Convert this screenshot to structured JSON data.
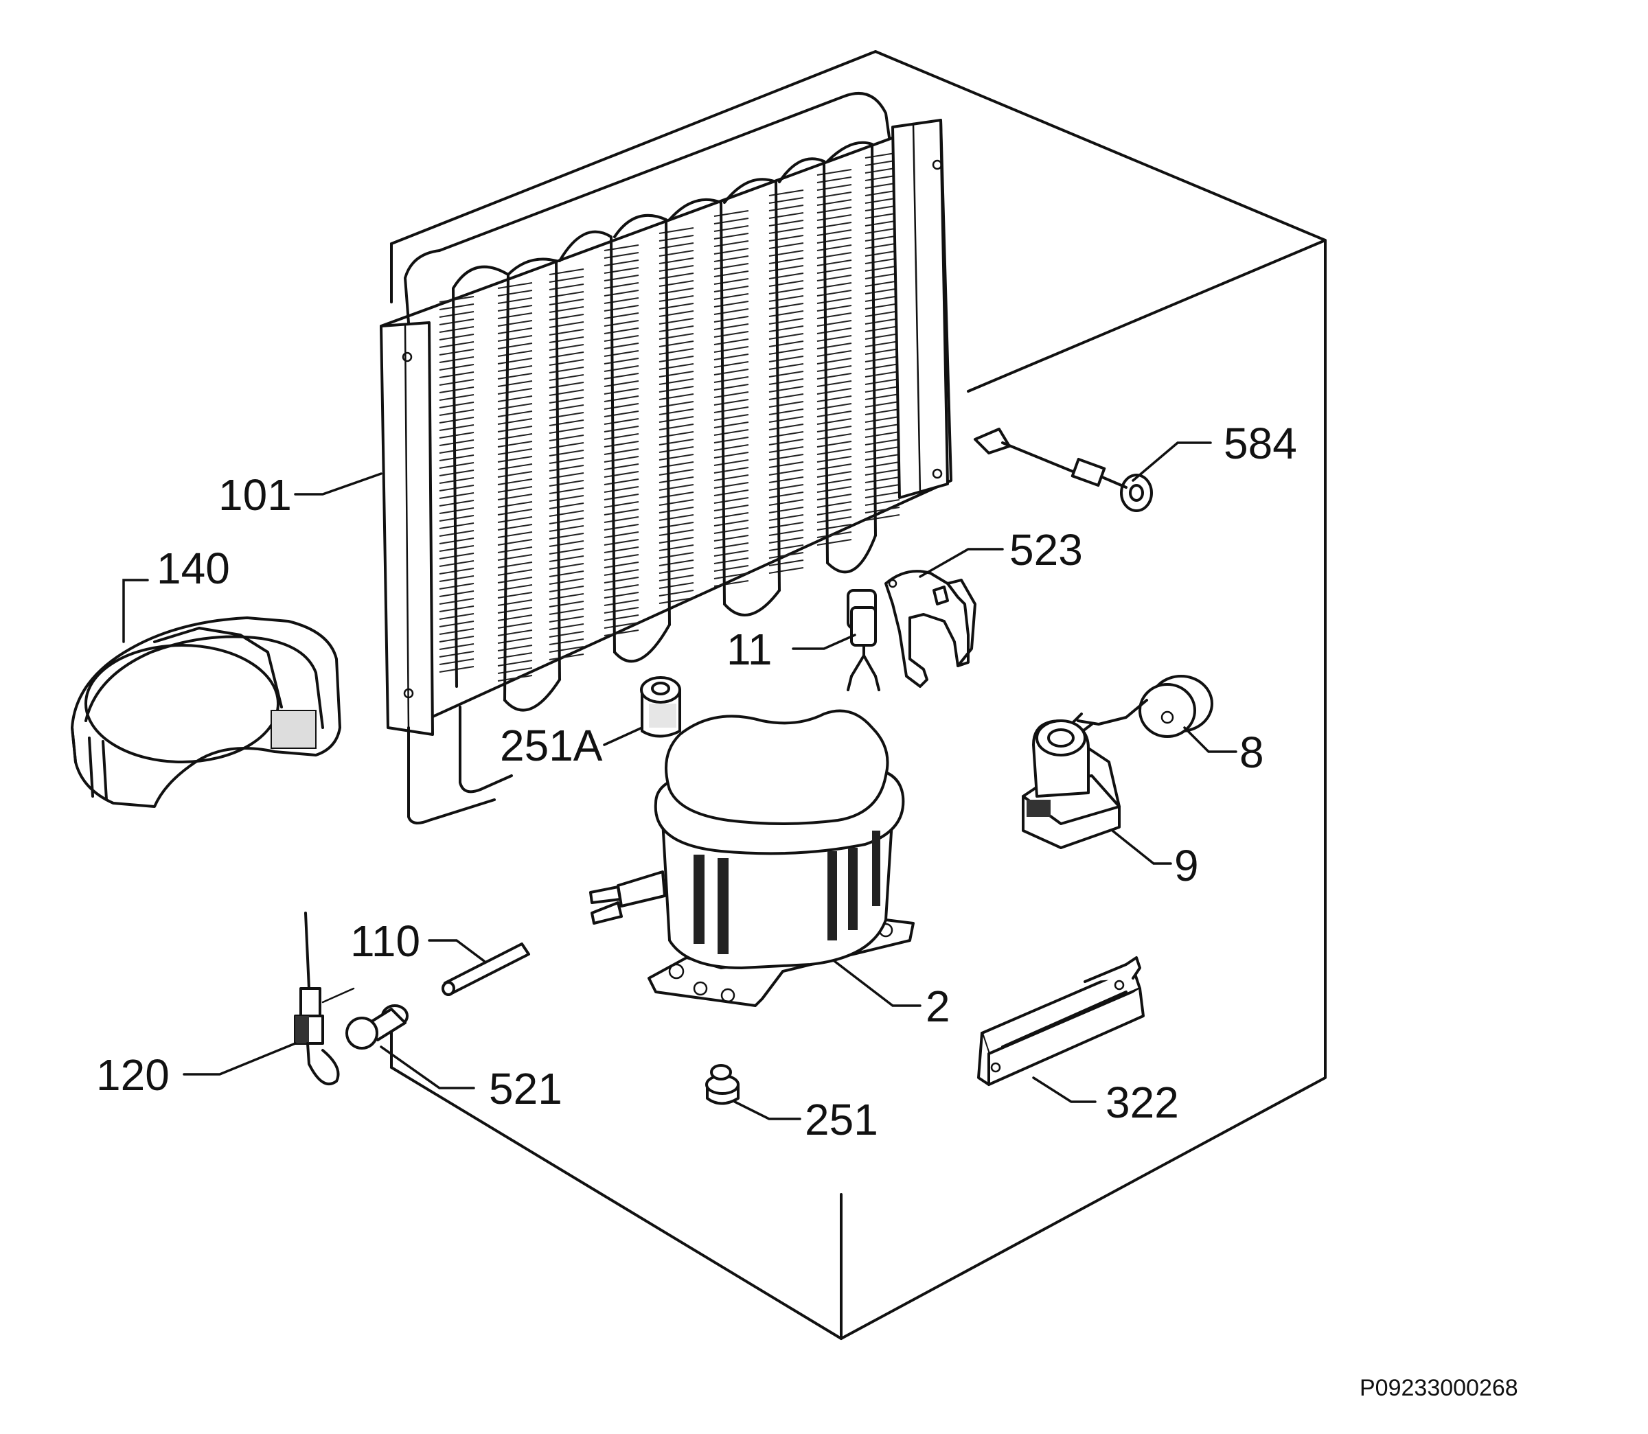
{
  "diagram": {
    "parts": {
      "p584": "584",
      "p523": "523",
      "p101": "101",
      "p140": "140",
      "p11": "11",
      "p251a": "251A",
      "p8": "8",
      "p9": "9",
      "p110": "110",
      "p2": "2",
      "p120": "120",
      "p521": "521",
      "p251": "251",
      "p322": "322"
    },
    "document_code": "P09233000268"
  }
}
